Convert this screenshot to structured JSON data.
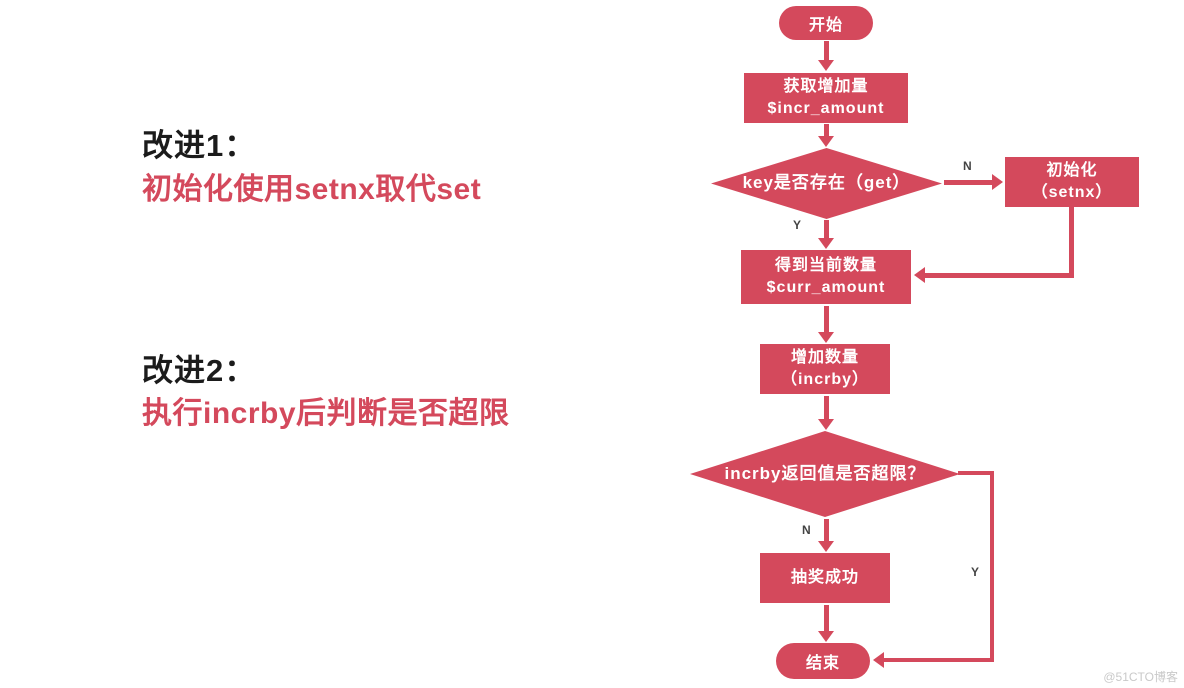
{
  "colors": {
    "accent": "#d4495c",
    "text_black": "#1b1b1b",
    "watermark_gray": "#c9c9c9"
  },
  "notes": [
    {
      "title": "改进1：",
      "body": "初始化使用setnx取代set"
    },
    {
      "title": "改进2：",
      "body": "执行incrby后判断是否超限"
    }
  ],
  "flowchart": {
    "nodes": {
      "start": {
        "type": "terminator",
        "label": "开始"
      },
      "get_incr": {
        "type": "process",
        "label": "获取增加量\n$incr_amount"
      },
      "key_exists": {
        "type": "decision",
        "label": "key是否存在（get）"
      },
      "init_setnx": {
        "type": "process",
        "label": "初始化\n（setnx）"
      },
      "curr_amount": {
        "type": "process",
        "label": "得到当前数量\n$curr_amount"
      },
      "incrby": {
        "type": "process",
        "label": "增加数量\n（incrby）"
      },
      "over_limit": {
        "type": "decision",
        "label": "incrby返回值是否超限？"
      },
      "success": {
        "type": "process",
        "label": "抽奖成功"
      },
      "end": {
        "type": "terminator",
        "label": "结束"
      }
    },
    "edge_labels": {
      "key_no": "N",
      "key_yes": "Y",
      "limit_no": "N",
      "limit_yes": "Y"
    }
  },
  "watermark": "@51CTO博客"
}
